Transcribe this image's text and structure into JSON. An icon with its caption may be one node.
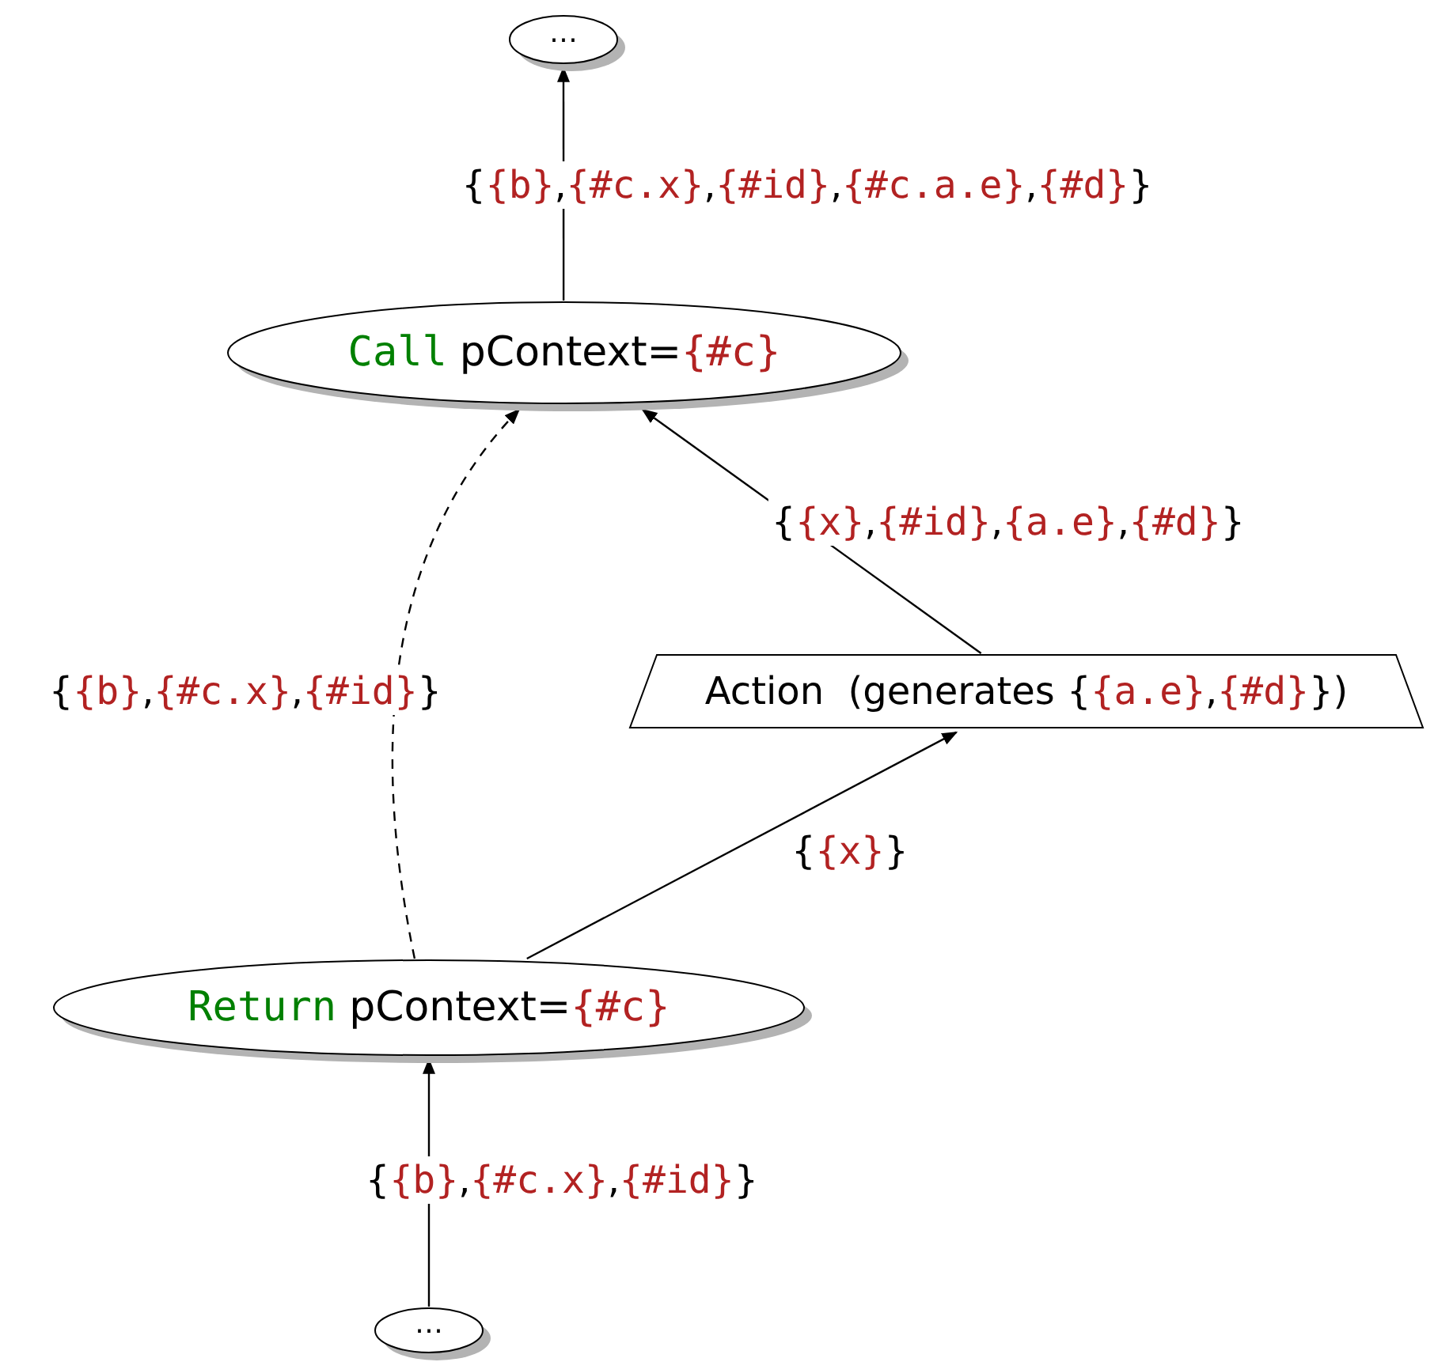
{
  "diagram": {
    "nodes": [
      {
        "text": [
          "⋯"
        ]
      },
      {
        "text": [
          "Call",
          "pContext={#c}"
        ]
      },
      {
        "text": [
          "Action  (generates {{a.e},{#d}})"
        ]
      },
      {
        "text": [
          "Return",
          "pContext={#c}"
        ]
      },
      {
        "text": [
          "⋯"
        ]
      }
    ],
    "edges": [
      {
        "from": 1,
        "to": 0,
        "arrow": "to",
        "label": "{{b},{#c.x},{#id},{#c.a.e},{#d}}"
      },
      {
        "from": 2,
        "to": 1,
        "arrow": "to",
        "label": "{{x},{#id},{a.e},{#d}}"
      },
      {
        "from": 3,
        "to": 1,
        "arrow": "to",
        "style": "dashed",
        "label": "{{b},{#c.x},{#id}}"
      },
      {
        "from": 3,
        "to": 2,
        "arrow": "to",
        "label": "{{x}}"
      },
      {
        "from": 4,
        "to": 3,
        "arrow": "to",
        "label": "{{b},{#c.x},{#id}}"
      }
    ]
  }
}
